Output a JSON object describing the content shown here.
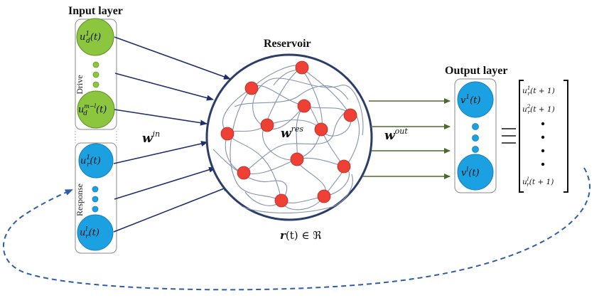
{
  "labels": {
    "input_layer": "Input layer",
    "reservoir": "Reservoir",
    "output_layer": "Output layer",
    "drive": "Drive",
    "response": "Response"
  },
  "weights": {
    "w_symbol": "𝒘",
    "in_sup": "in",
    "res_sup": "res",
    "out_sup": "out"
  },
  "reservoir_state": {
    "r_symbol": "𝒓",
    "rest": "(t) ∈ ℜ"
  },
  "input_nodes": {
    "drive_top": {
      "base": "u",
      "sub": "d",
      "sup": "1",
      "arg": "(t)"
    },
    "drive_bottom": {
      "base": "u",
      "sub": "d",
      "sup": "m−l",
      "arg": "(t)"
    },
    "response_top": {
      "base": "u",
      "sub": "r",
      "sup": "1",
      "arg": "(t)"
    },
    "response_bottom": {
      "base": "u",
      "sub": "r",
      "sup": "l",
      "arg": "(t)"
    }
  },
  "output_nodes": {
    "top": {
      "base": "v",
      "sup": "1",
      "arg": "(t)"
    },
    "bottom": {
      "base": "v",
      "sup": "l",
      "arg": "(t)"
    }
  },
  "output_vector": {
    "entries": [
      {
        "base": "u",
        "sub": "r",
        "sup": "1",
        "arg": "(t + 1)"
      },
      {
        "base": "u",
        "sub": "r",
        "sup": "2",
        "arg": "(t + 1)"
      },
      {
        "base": "u",
        "sub": "r",
        "sup": "l",
        "arg": "(t + 1)"
      }
    ]
  },
  "colors": {
    "drive_green": "#8cc63f",
    "response_blue": "#1ba1e2",
    "reservoir_red": "#ee4035",
    "reservoir_border": "#2b3e6a",
    "input_arrow": "#1f2f6b",
    "output_arrow": "#4b6b2a",
    "feedback": "#2e5ea8"
  }
}
